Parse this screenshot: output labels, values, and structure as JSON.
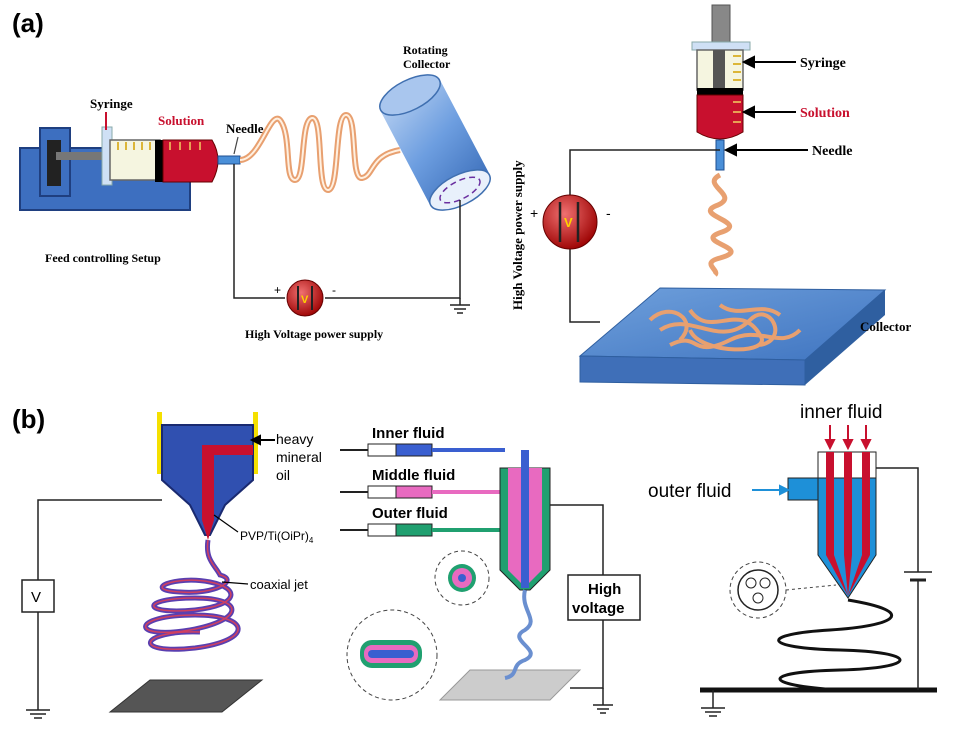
{
  "panels": {
    "a": {
      "label": "(a)",
      "left": {
        "syringe": "Syringe",
        "solution": "Solution",
        "needle": "Needle",
        "collector": [
          "Rotating",
          "Collector"
        ],
        "feed": "Feed controlling Setup",
        "power": "High Voltage power supply",
        "plus": "+",
        "minus": "-",
        "v": "V"
      },
      "right": {
        "syringe": "Syringe",
        "solution": "Solution",
        "needle": "Needle",
        "power": "High Voltage power supply",
        "collector": "Collector",
        "plus": "+",
        "minus": "-",
        "v": "V"
      }
    },
    "b": {
      "label": "(b)",
      "left": {
        "oil": [
          "heavy",
          "mineral",
          "oil"
        ],
        "pvp": "PVP/Ti(OiPr)",
        "pvp_sub": "4",
        "jet": "coaxial jet",
        "v": "V"
      },
      "mid": {
        "inner": "Inner fluid",
        "middle": "Middle fluid",
        "outer": "Outer fluid",
        "hv": [
          "High",
          "voltage"
        ]
      },
      "right": {
        "inner": "inner fluid",
        "outer": "outer fluid"
      }
    }
  },
  "colors": {
    "solution_red": "#c8102e",
    "fiber_orange": "#e8a070",
    "collector_blue": "#5b8fd0",
    "nozzle_blue": "#3050b0",
    "needle_blue": "#1e90d8"
  }
}
